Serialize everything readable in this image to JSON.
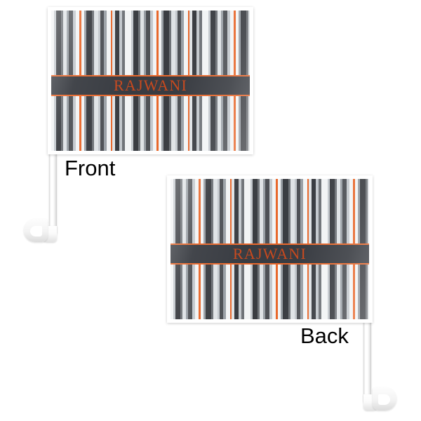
{
  "product": {
    "type": "car-flag-mockup",
    "background_color": "#ffffff",
    "monogram_text": "RAJWANI"
  },
  "views": [
    {
      "id": "front",
      "caption": "Front",
      "pole_side": "left"
    },
    {
      "id": "back",
      "caption": "Back",
      "pole_side": "right"
    }
  ],
  "design": {
    "name": "gray-stripes-with-orange-accent",
    "band": {
      "text": "RAJWANI",
      "background_color": "#393c42",
      "text_color": "#c7491e",
      "rule_top_color": "#e8682c",
      "rule_bottom_color": "#e8682c"
    },
    "palette": {
      "orange": "#e8682c",
      "orange_dark": "#c7491e",
      "charcoal": "#3a3d42",
      "dark_gray": "#4e5156",
      "mid_gray": "#6f7378",
      "gray": "#9aa0a6",
      "light_gray": "#c3c8cd",
      "pale_gray": "#dfe3e6",
      "near_white": "#f2f4f5",
      "white": "#ffffff",
      "pole_white": "#ffffff",
      "caption_black": "#000000"
    },
    "stripe_sequence": [
      {
        "color": "#f2f4f5",
        "width": 4
      },
      {
        "color": "#c3c8cd",
        "width": 3
      },
      {
        "color": "#3a3d42",
        "width": 7
      },
      {
        "color": "#6f7378",
        "width": 3
      },
      {
        "color": "#dfe3e6",
        "width": 5
      },
      {
        "color": "#9aa0a6",
        "width": 3
      },
      {
        "color": "#4e5156",
        "width": 6
      },
      {
        "color": "#c3c8cd",
        "width": 4
      },
      {
        "color": "#f2f4f5",
        "width": 5
      },
      {
        "color": "#e8682c",
        "width": 3
      },
      {
        "color": "#f2f4f5",
        "width": 4
      },
      {
        "color": "#9aa0a6",
        "width": 3
      },
      {
        "color": "#3a3d42",
        "width": 8
      },
      {
        "color": "#6f7378",
        "width": 3
      },
      {
        "color": "#dfe3e6",
        "width": 6
      },
      {
        "color": "#c3c8cd",
        "width": 3
      },
      {
        "color": "#4e5156",
        "width": 5
      },
      {
        "color": "#9aa0a6",
        "width": 4
      },
      {
        "color": "#f2f4f5",
        "width": 6
      },
      {
        "color": "#e8682c",
        "width": 2
      },
      {
        "color": "#dfe3e6",
        "width": 4
      },
      {
        "color": "#3a3d42",
        "width": 6
      },
      {
        "color": "#c3c8cd",
        "width": 4
      },
      {
        "color": "#6f7378",
        "width": 4
      },
      {
        "color": "#f2f4f5",
        "width": 5
      }
    ]
  }
}
